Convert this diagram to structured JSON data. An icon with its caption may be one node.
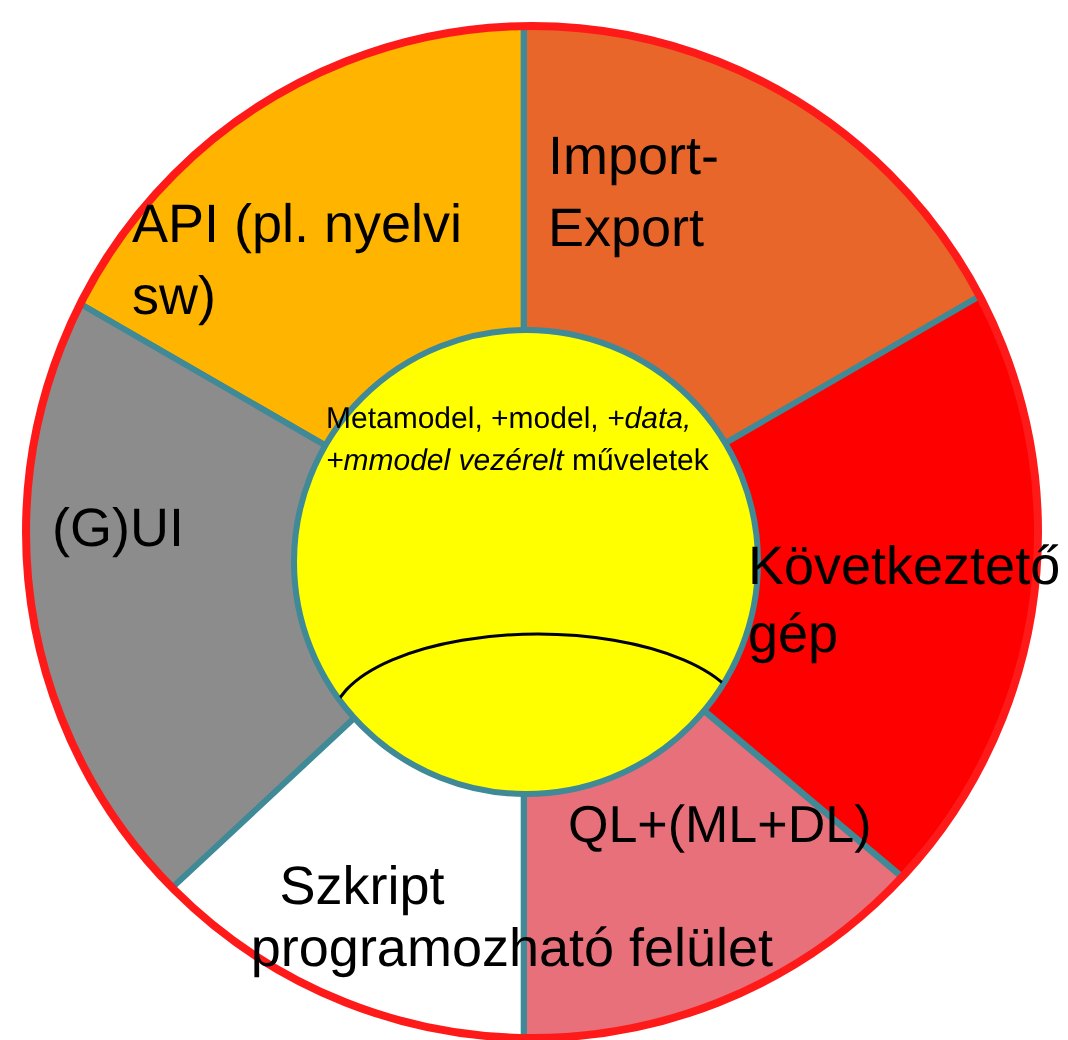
{
  "diagram": {
    "nodes": [
      {
        "text": [
          "API (pl. nyelvi sw)"
        ]
      },
      {
        "text": [
          "Import-Export"
        ]
      },
      {
        "text": [
          "(G)UI"
        ]
      },
      {
        "text": [
          "Következtető gép"
        ]
      },
      {
        "text": [
          "Szkript programozható felület"
        ]
      },
      {
        "text": [
          "QL+(ML+DL)"
        ]
      },
      {
        "text": [
          "Metamodel, +model, *+data, +mmodel vezérelt* műveletek"
        ]
      },
      {
        "text": [],
        "shape": "ellipse",
        "in": 6
      }
    ]
  }
}
